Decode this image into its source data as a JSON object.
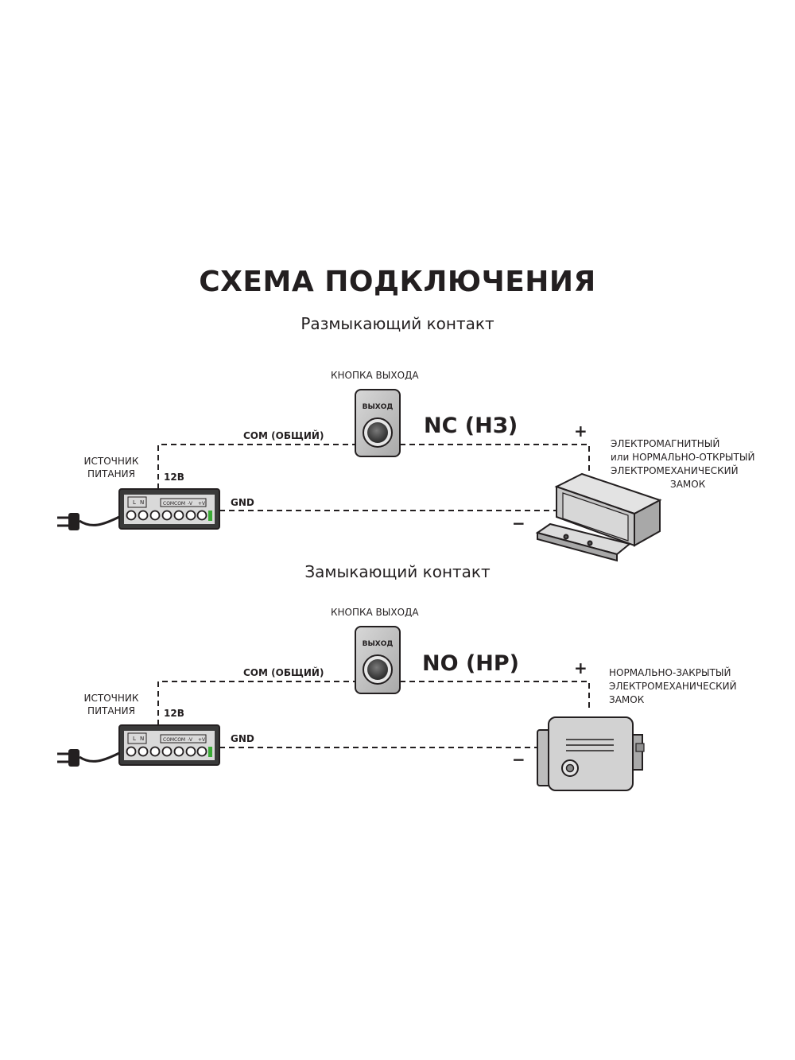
{
  "title": "СХЕМА ПОДКЛЮЧЕНИЯ",
  "diagrams": [
    {
      "subtitle": "Размыкающий контакт",
      "button_label": "КНОПКА ВЫХОДА",
      "button_text": "ВЫХОД",
      "mode": "NC (НЗ)",
      "com_label": "COM (ОБЩИЙ)",
      "voltage_label": "12В",
      "gnd_label": "GND",
      "psu_label_line1": "ИСТОЧНИК",
      "psu_label_line2": "ПИТАНИЯ",
      "plus": "+",
      "minus": "−",
      "lock_label_lines": [
        "ЭЛЕКТРОМАГНИТНЫЙ",
        "или НОРМАЛЬНО-ОТКРЫТЫЙ",
        "ЭЛЕКТРОМЕХАНИЧЕСКИЙ",
        "ЗАМОК"
      ],
      "lock_type": "electromagnetic"
    },
    {
      "subtitle": "Замыкающий контакт",
      "button_label": "КНОПКА ВЫХОДА",
      "button_text": "ВЫХОД",
      "mode": "NO (НР)",
      "com_label": "COM (ОБЩИЙ)",
      "voltage_label": "12В",
      "gnd_label": "GND",
      "psu_label_line1": "ИСТОЧНИК",
      "psu_label_line2": "ПИТАНИЯ",
      "plus": "+",
      "minus": "−",
      "lock_label_lines": [
        "НОРМАЛЬНО-ЗАКРЫТЫЙ",
        "ЭЛЕКТРОМЕХАНИЧЕСКИЙ",
        "ЗАМОК"
      ],
      "lock_type": "electromechanical"
    }
  ],
  "psu_terminals": [
    "L",
    "N",
    "COM",
    "COM",
    "-V",
    "+V"
  ],
  "colors": {
    "ink": "#231f20",
    "device_fill": "#c9c9c9",
    "led": "#3aaa35"
  }
}
